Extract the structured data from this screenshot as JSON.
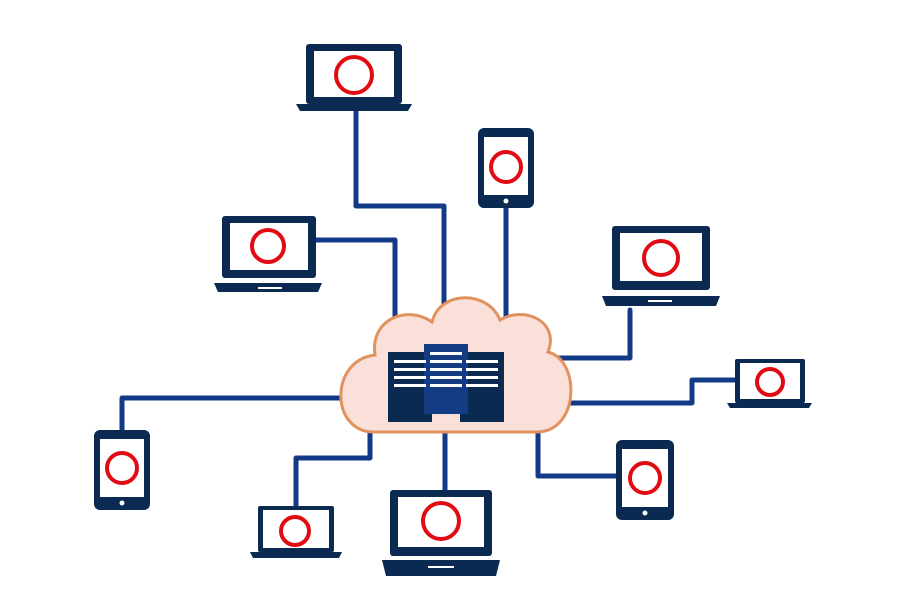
{
  "colors": {
    "background": "#ffffff",
    "device_frame": "#0a2a52",
    "screen": "#ffffff",
    "screen_icon": "#e10b14",
    "cable": "#133a86",
    "cloud_fill": "#fbe0da",
    "cloud_stroke": "#e0925f",
    "server_dark": "#0b2a52",
    "server_mid": "#143c84",
    "server_slot": "#ffffff"
  },
  "diagram": {
    "hub": {
      "cloud_icon": "cloud-icon",
      "server_icon": "server-rack-icon",
      "racks": 3
    },
    "devices": [
      {
        "id": "laptop-top",
        "type": "laptop",
        "icon": "laptop-icon"
      },
      {
        "id": "phone-top",
        "type": "phone",
        "icon": "smartphone-icon"
      },
      {
        "id": "laptop-upper-left",
        "type": "laptop",
        "icon": "laptop-icon"
      },
      {
        "id": "laptop-upper-right",
        "type": "laptop",
        "icon": "laptop-icon"
      },
      {
        "id": "laptop-right",
        "type": "laptop",
        "icon": "laptop-icon"
      },
      {
        "id": "phone-left",
        "type": "phone",
        "icon": "smartphone-icon"
      },
      {
        "id": "laptop-bottom-left",
        "type": "laptop",
        "icon": "laptop-icon"
      },
      {
        "id": "laptop-bottom-center",
        "type": "laptop",
        "icon": "laptop-icon"
      },
      {
        "id": "phone-bottom-right",
        "type": "phone",
        "icon": "smartphone-icon"
      }
    ]
  }
}
